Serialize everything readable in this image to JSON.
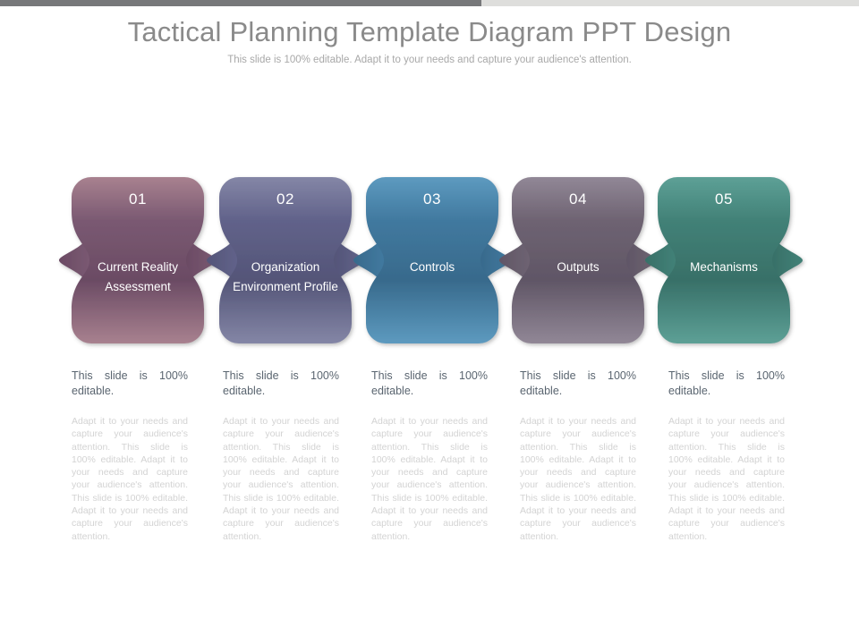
{
  "topbar": {
    "fill_percent": 56,
    "fill_color": "#77787a",
    "track_color": "#dededc"
  },
  "header": {
    "title": "Tactical Planning Template Diagram PPT Design",
    "subtitle": "This slide is 100% editable. Adapt it to your needs and capture your audience's attention."
  },
  "diagram": {
    "nodes": [
      {
        "number": "01",
        "label": "Current Reality Assessment",
        "color": "#7a5972",
        "color_light": "#a8818f",
        "color_dark": "#6b4b64"
      },
      {
        "number": "02",
        "label": "Organization Environment Profile",
        "color": "#61628a",
        "color_light": "#8486a6",
        "color_dark": "#545578"
      },
      {
        "number": "03",
        "label": "Controls",
        "color": "#41799f",
        "color_light": "#5d9abf",
        "color_dark": "#386a8c"
      },
      {
        "number": "04",
        "label": "Outputs",
        "color": "#6e6372",
        "color_light": "#918796",
        "color_dark": "#605666"
      },
      {
        "number": "05",
        "label": "Mechanisms",
        "color": "#428177",
        "color_light": "#5da096",
        "color_dark": "#387068"
      }
    ]
  },
  "columns": [
    {
      "lead": "This slide is 100% editable.",
      "body": "Adapt it to your needs and capture your audience's attention. This slide is 100% editable. Adapt it to your needs and capture your audience's attention. This slide is 100% editable. Adapt it to your needs and capture your audience's attention."
    },
    {
      "lead": "This slide is 100% editable.",
      "body": "Adapt it to your needs and capture your audience's attention. This slide is 100% editable. Adapt it to your needs and capture your audience's attention. This slide is 100% editable. Adapt it to your needs and capture your audience's attention."
    },
    {
      "lead": "This slide is 100% editable.",
      "body": "Adapt it to your needs and capture your audience's attention. This slide is 100% editable. Adapt it to your needs and capture your audience's attention. This slide is 100% editable. Adapt it to your needs and capture your audience's attention."
    },
    {
      "lead": "This slide is 100% editable.",
      "body": "Adapt it to your needs and capture your audience's attention. This slide is 100% editable. Adapt it to your needs and capture your audience's attention. This slide is 100% editable. Adapt it to your needs and capture your audience's attention."
    },
    {
      "lead": "This slide is 100% editable.",
      "body": "Adapt it to your needs and capture your audience's attention. This slide is 100% editable. Adapt it to your needs and capture your audience's attention. This slide is 100% editable. Adapt it to your needs and capture your audience's attention."
    }
  ]
}
